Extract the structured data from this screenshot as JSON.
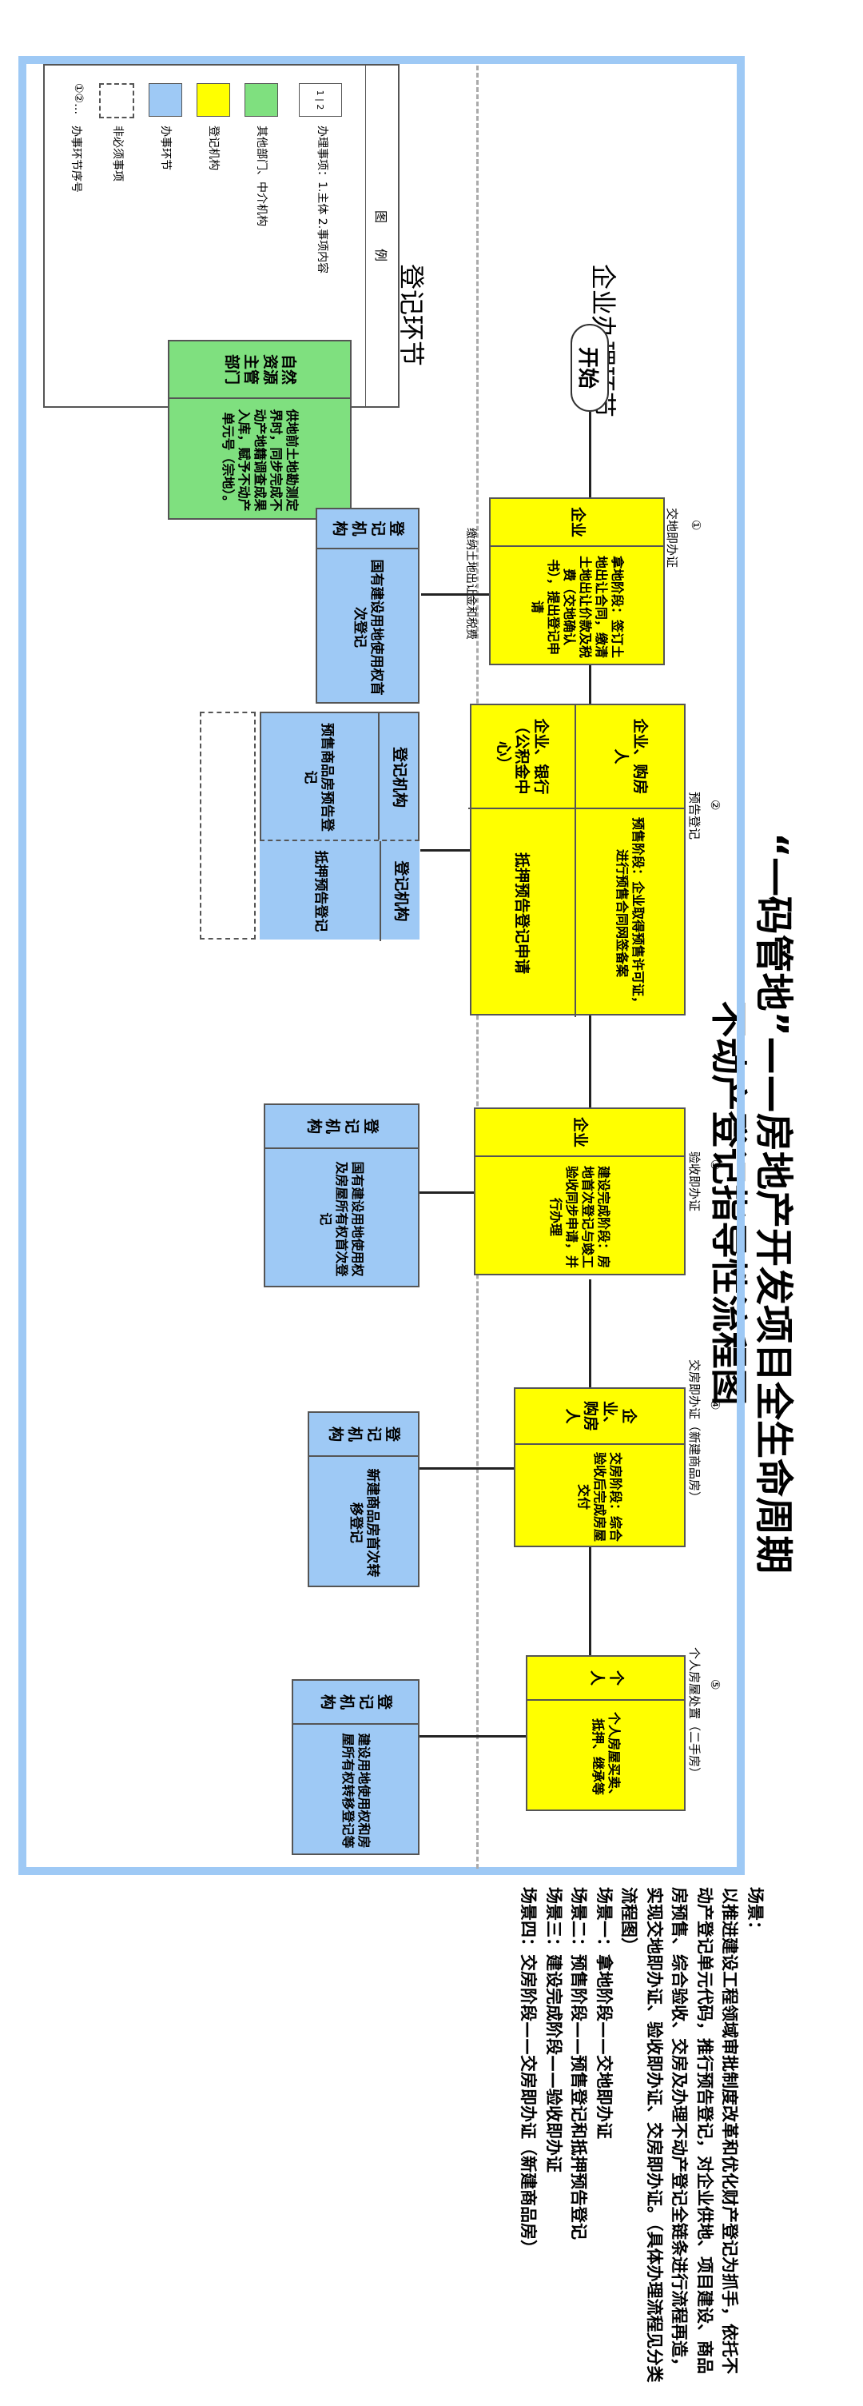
{
  "title_line1": "“一码管地”——房地产开发项目全生命周期",
  "title_line2": "不动产登记指导性流程图",
  "lanes": {
    "enterprise": "企业办理环节",
    "registration": "登记环节"
  },
  "legend": {
    "header": "图　　例",
    "items": [
      {
        "swatch": "1 | 2",
        "text": "办理事项：1.主体 2.事项内容"
      },
      {
        "swatch": "green",
        "text": "其他部门、中介机构"
      },
      {
        "swatch": "yellow",
        "text": "登记机构"
      },
      {
        "swatch": "blue",
        "text": "办事环节"
      },
      {
        "swatch": "dashed",
        "text": "非必须事项"
      },
      {
        "swatch": "①②…",
        "text": "办事环节序号"
      }
    ]
  },
  "start": "开始",
  "nodes": {
    "n0": {
      "left": "自然资源主管部门",
      "right": "供地前土地勘测定界时，同步完成不动产地籍调查成果入库，赋予不动产单元号（宗地）。"
    },
    "s1": {
      "num": "①",
      "label": "交地即办证",
      "subject": "企业",
      "content": "拿地阶段：签订土地出让合同，缴清土地出让价款及税费（交地确认书），提出登记申请",
      "reg_left": "登记机构",
      "reg_right": "国有建设用地使用权首次登记",
      "edge": "缴纳土地出让金和税费"
    },
    "s2": {
      "num": "②",
      "label": "预告登记",
      "subject_top": "企业、购房人",
      "content_top": "预售阶段：企业取得预售许可证，进行预售合同网签备案",
      "subject_bottom": "企业、银行（公积金中心）",
      "content_bottom": "抵押预告登记申请",
      "reg1_left": "登记机构",
      "reg1_right": "预售商品房预告登记",
      "reg2_left": "登记机构",
      "reg2_right": "抵押预告登记"
    },
    "s3": {
      "num": "③",
      "label": "验收即办证",
      "subject": "企业",
      "content": "建设完成阶段：房地首次登记与竣工验收同步申请，并行办理",
      "reg_left": "登记机构",
      "reg_right": "国有建设用地使用权及房屋所有权首次登记"
    },
    "s4": {
      "num": "④",
      "label": "交房即办证（新建商品房）",
      "subject": "企业、购房人",
      "content": "交房阶段：综合验收后完成房屋交付",
      "reg_left": "登记机构",
      "reg_right": "新建商品房首次转移登记"
    },
    "s5": {
      "num": "⑤",
      "label": "个人房屋处置（二手房）",
      "subject": "个人",
      "content": "个人房屋买卖、抵押、继承等",
      "reg_left": "登记机构",
      "reg_right": "建设用地使用权和房屋所有权转移登记等"
    }
  },
  "scenes": {
    "header": "场景：",
    "intro": "以推进建设工程领域审批制度改革和优化财产登记为抓手，依托不动产登记单元代码，推行预告登记，对企业供地、项目建设、商品房预售、综合验收、交房及办理不动产登记全链条进行流程再造，实现交地即办证、验收即办证、交房即办证。（具体办理流程见分类流程图）",
    "items": [
      "场景一：拿地阶段——交地即办证",
      "场景二：预售阶段——预售登记和抵押预告登记",
      "场景三：建设完成阶段——验收即办证",
      "场景四：交房阶段——交房即办证（新建商品房）"
    ]
  },
  "colors": {
    "frame": "#9ec9f5",
    "yellow": "#ffff00",
    "green": "#7fe07f",
    "blue": "#9ec9f5"
  }
}
